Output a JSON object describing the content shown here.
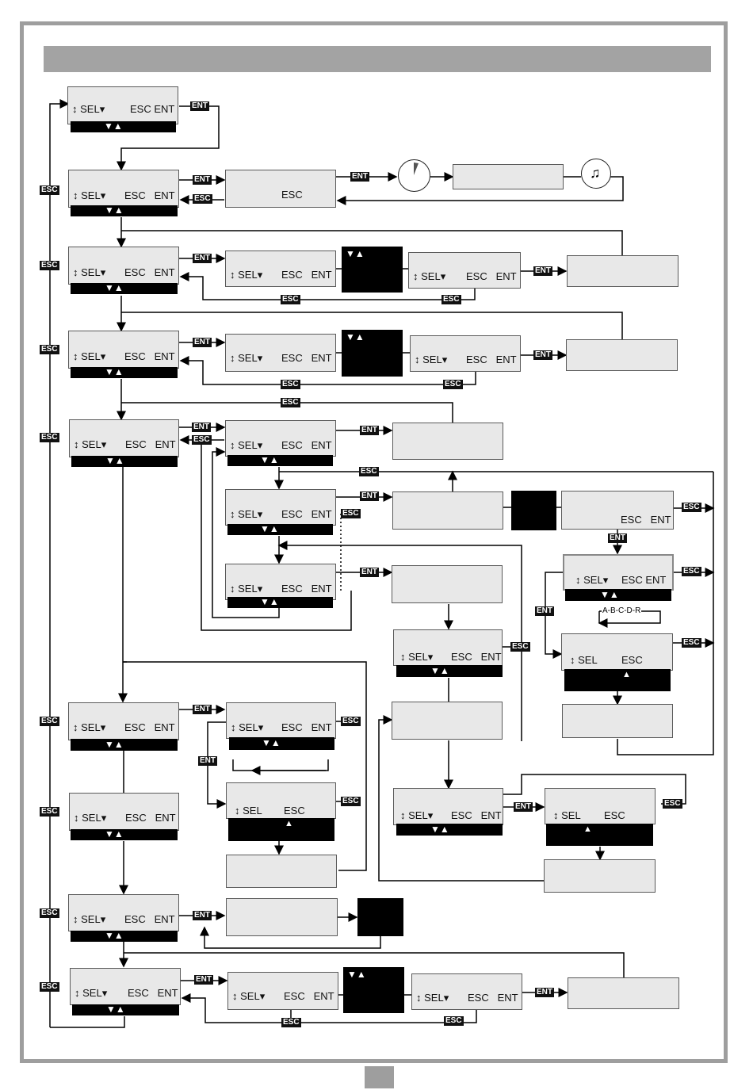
{
  "labels": {
    "ent": "ENT",
    "esc": "ESC",
    "sel": "SEL",
    "sel_esc_ent_compact": "ESC ENT",
    "sel_esc_ent_spaced": "ESC   ENT",
    "esc_only": "ESC",
    "letters": "A-B-C-D-R"
  },
  "icons": {
    "updown_arrows": "↕",
    "triangles": "▼▲",
    "up_triangle": "▲",
    "sel_marker": "▾",
    "note": "♫"
  },
  "colors": {
    "screen_bg": "#e8e8e8",
    "label_bg": "#111111",
    "frame": "#9e9e9e"
  }
}
